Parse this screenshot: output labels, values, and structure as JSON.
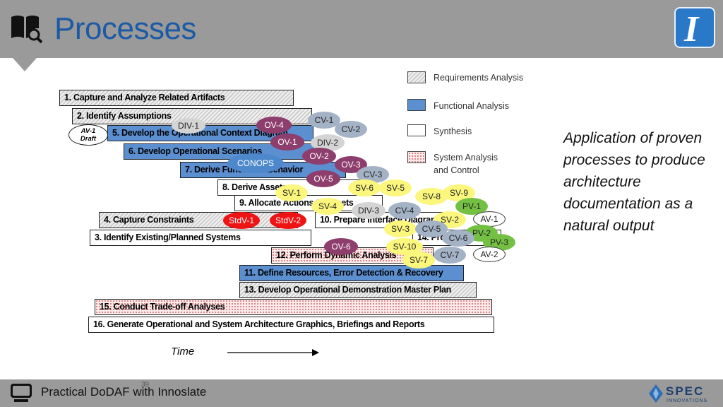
{
  "header": {
    "title": "Processes"
  },
  "legend": [
    {
      "label": "Requirements Analysis",
      "pattern": "req"
    },
    {
      "label": "Functional  Analysis",
      "pattern": "func",
      "color": "#5b8fd0"
    },
    {
      "label": "Synthesis",
      "pattern": "syn"
    },
    {
      "label": "System Analysis",
      "label2": "and Control",
      "pattern": "sys"
    }
  ],
  "bars": [
    {
      "id": 1,
      "label": "1. Capture and Analyze Related Artifacts",
      "kind": "req"
    },
    {
      "id": 2,
      "label": "2. Identify Assumptions",
      "kind": "req"
    },
    {
      "id": 5,
      "label": "5. Develop the Operational Context Diagram",
      "kind": "func"
    },
    {
      "id": 6,
      "label": "6. Develop Operational Scenarios",
      "kind": "func"
    },
    {
      "id": 7,
      "label": "7. Derive Functional Behavior",
      "kind": "func"
    },
    {
      "id": 8,
      "label": "8. Derive Assets",
      "kind": "syn"
    },
    {
      "id": 9,
      "label": "9. Allocate Actions to Assets",
      "kind": "syn"
    },
    {
      "id": 4,
      "label": "4. Capture Constraints",
      "kind": "req"
    },
    {
      "id": 10,
      "label": "10. Prepare Interface Diagrams",
      "kind": "syn"
    },
    {
      "id": 3,
      "label": "3. Identify Existing/Planned Systems",
      "kind": "syn"
    },
    {
      "id": 14,
      "label": "14. Provide",
      "kind": "syn"
    },
    {
      "id": 12,
      "label": "12. Perform Dynamic Analysis",
      "kind": "sys"
    },
    {
      "id": 11,
      "label": "11. Define Resources, Error Detection & Recovery",
      "kind": "func"
    },
    {
      "id": 13,
      "label": "13. Develop Operational Demonstration Master Plan",
      "kind": "req"
    },
    {
      "id": 15,
      "label": "15. Conduct Trade-off Analyses",
      "kind": "sys"
    },
    {
      "id": 16,
      "label": "16. Generate Operational and System Architecture Graphics, Briefings and Reports",
      "kind": "syn"
    }
  ],
  "products": [
    {
      "label": "DIV-1",
      "color": "lgr"
    },
    {
      "label": "OV-4",
      "color": "mag"
    },
    {
      "label": "CV-1",
      "color": "gry"
    },
    {
      "label": "CV-2",
      "color": "gry"
    },
    {
      "label": "OV-1",
      "color": "mag"
    },
    {
      "label": "DIV-2",
      "color": "lgr"
    },
    {
      "label": "OV-2",
      "color": "mag"
    },
    {
      "label": "CONOPS",
      "color": "blu"
    },
    {
      "label": "OV-3",
      "color": "mag"
    },
    {
      "label": "CV-3",
      "color": "gry"
    },
    {
      "label": "OV-5",
      "color": "mag"
    },
    {
      "label": "SV-6",
      "color": "yel"
    },
    {
      "label": "SV-5",
      "color": "yel"
    },
    {
      "label": "SV-1",
      "color": "yel"
    },
    {
      "label": "SV-9",
      "color": "yel"
    },
    {
      "label": "SV-8",
      "color": "yel"
    },
    {
      "label": "SV-4",
      "color": "yel"
    },
    {
      "label": "PV-1",
      "color": "grn"
    },
    {
      "label": "DIV-3",
      "color": "lgr"
    },
    {
      "label": "CV-4",
      "color": "gry"
    },
    {
      "label": "SV-2",
      "color": "yel"
    },
    {
      "label": "AV-1",
      "color": "wht"
    },
    {
      "label": "StdV-1",
      "color": "red"
    },
    {
      "label": "StdV-2",
      "color": "red"
    },
    {
      "label": "SV-3",
      "color": "yel"
    },
    {
      "label": "CV-5",
      "color": "gry"
    },
    {
      "label": "PV-2",
      "color": "grn"
    },
    {
      "label": "CV-6",
      "color": "gry"
    },
    {
      "label": "PV-3",
      "color": "grn"
    },
    {
      "label": "OV-6",
      "color": "mag"
    },
    {
      "label": "SV-10",
      "color": "yel"
    },
    {
      "label": "CV-7",
      "color": "gry"
    },
    {
      "label": "AV-2",
      "color": "wht"
    },
    {
      "label": "SV-7",
      "color": "yel"
    }
  ],
  "av1_draft": {
    "line1": "AV-1",
    "line2": "Draft"
  },
  "side_text": "Application of proven processes to produce architecture documentation as a natural output",
  "time_label": "Time",
  "footer": {
    "text": "Practical DoDAF with Innoslate",
    "page": "39"
  },
  "brand_logo": {
    "letter": "I"
  },
  "spec_logo": {
    "line1": "SPEC",
    "line2": "INNOVATIONS"
  }
}
